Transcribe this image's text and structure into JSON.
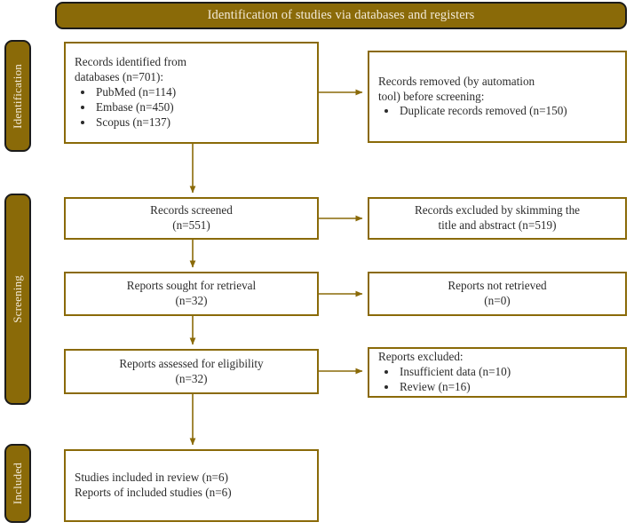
{
  "header": {
    "title": "Identification of studies via databases and registers",
    "banner_color": "#8a6a08"
  },
  "stages": [
    {
      "id": "identification",
      "label": "Identification"
    },
    {
      "id": "screening",
      "label": "Screening"
    },
    {
      "id": "included",
      "label": "Included"
    }
  ],
  "flow": {
    "identified": {
      "heading_line1": "Records identified from",
      "heading_line2": "databases (n=701):",
      "bullets": [
        "PubMed (n=114)",
        "Embase (n=450)",
        "Scopus (n=137)"
      ]
    },
    "removed": {
      "heading_line1": "Records removed (by automation",
      "heading_line2": "tool) before screening:",
      "bullets": [
        "Duplicate records removed (n=150)"
      ]
    },
    "screened": {
      "line1": "Records screened",
      "line2": "(n=551)"
    },
    "excluded_screening": {
      "line1": "Records excluded by skimming the",
      "line2": "title and abstract (n=519)"
    },
    "sought": {
      "line1": "Reports sought for retrieval",
      "line2": "(n=32)"
    },
    "not_retrieved": {
      "line1": "Reports not retrieved",
      "line2": "(n=0)"
    },
    "assessed": {
      "line1": "Reports assessed for eligibility",
      "line2": "(n=32)"
    },
    "excluded_eligibility": {
      "heading": "Reports excluded:",
      "bullets": [
        "Insufficient data (n=10)",
        "Review (n=16)"
      ]
    },
    "included": {
      "line1": "Studies included in review (n=6)",
      "line2": "Reports of included studies (n=6)"
    }
  },
  "style": {
    "box_border_color": "#8a6a08",
    "arrow_color": "#8a6a08",
    "text_color": "#2b2b2b",
    "banner_text_color": "#f3ead8"
  }
}
